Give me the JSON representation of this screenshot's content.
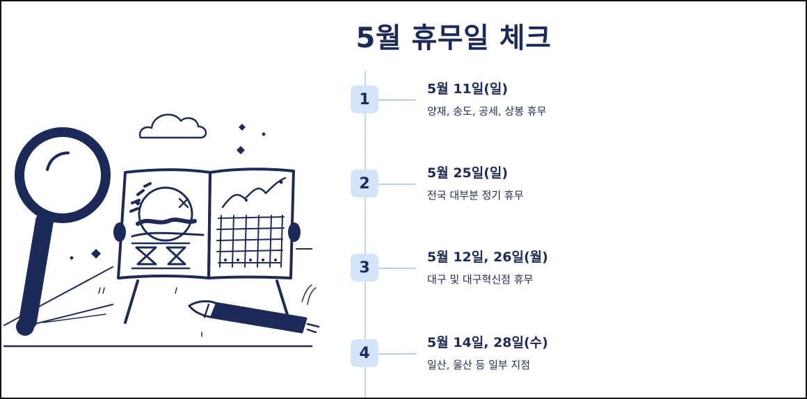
{
  "page": {
    "title": "5월 휴무일 체크"
  },
  "timeline": [
    {
      "number": "1",
      "date": "5월 11일(일)",
      "description": "양재, 송도, 공세, 상봉 휴무"
    },
    {
      "number": "2",
      "date": "5월 25일(일)",
      "description": "전국 대부분 정기 휴무"
    },
    {
      "number": "3",
      "date": "5월 12일, 26일(월)",
      "description": "대구 및 대구혁신점 휴무"
    },
    {
      "number": "4",
      "date": "5월 14일, 28일(수)",
      "description": "일산, 울산 등 일부 지점"
    }
  ],
  "colors": {
    "navy": "#1c2a5a",
    "badge": "#d2e4fa",
    "line": "#c7d6ea"
  },
  "illustration": {
    "icon": "magnifier-calendar-chart-illustration"
  }
}
